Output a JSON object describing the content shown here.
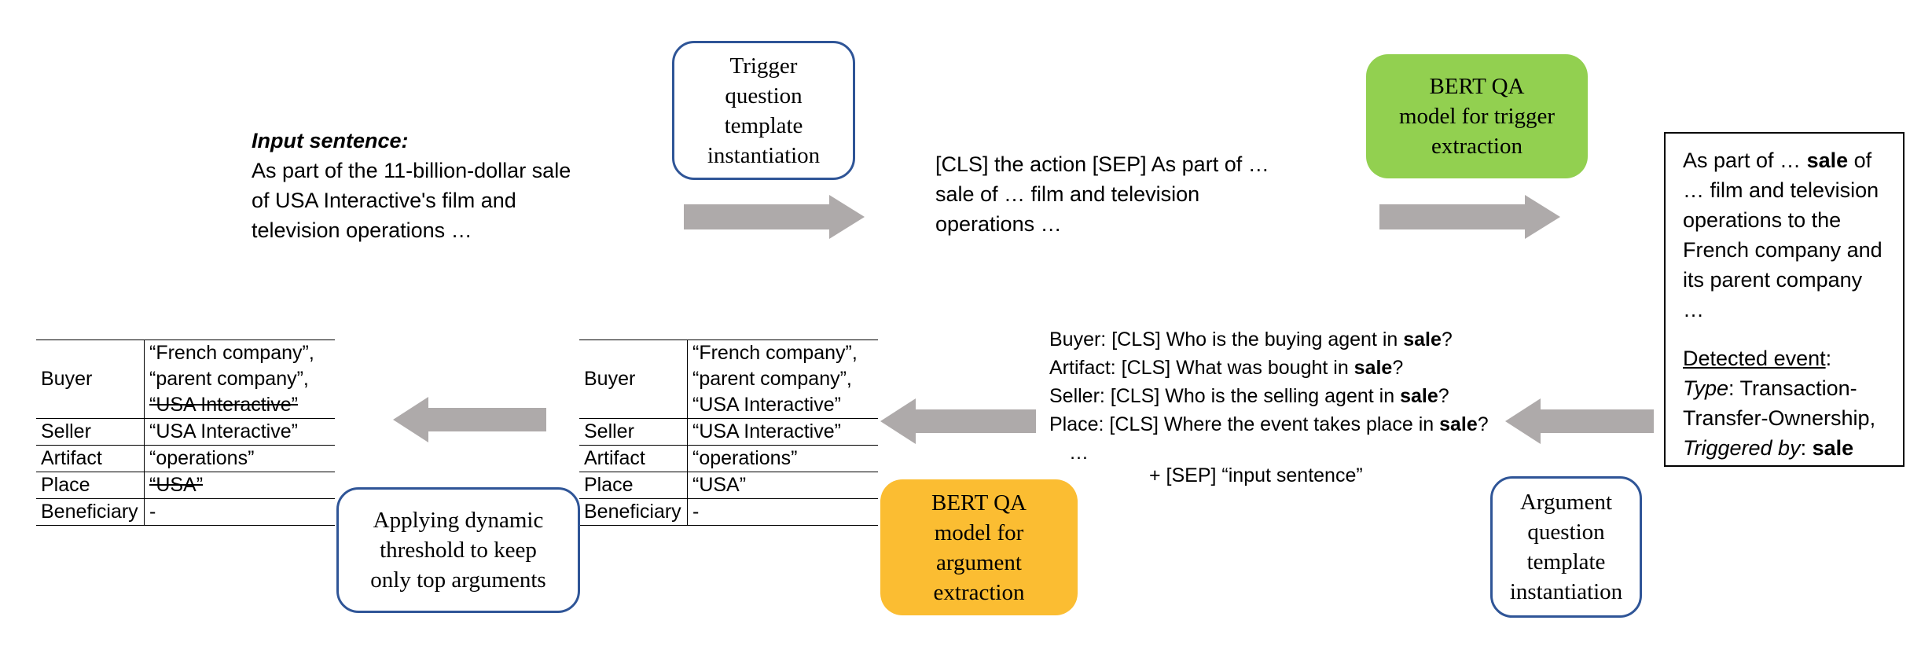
{
  "input": {
    "heading": "Input sentence:",
    "lines": [
      "As part of the 11-billion-dollar sale",
      "of USA Interactive's film and",
      "television operations …"
    ]
  },
  "trigger_template_box": {
    "lines": [
      "Trigger",
      "question",
      "template",
      "instantiation"
    ]
  },
  "trigger_question": {
    "lines": [
      "[CLS] the action [SEP] As part of …",
      "sale of … film and television",
      "operations …"
    ]
  },
  "bert_trigger_box": {
    "lines": [
      "BERT QA",
      "model for trigger",
      "extraction"
    ],
    "color": "#92d050"
  },
  "trigger_output": {
    "line1_pre": "As part of … ",
    "line1_bold": "sale",
    "line1_post": " of",
    "lines": [
      "… film and television",
      "operations  to the",
      "French company and",
      "its parent company",
      "…"
    ],
    "event_label": "Detected event",
    "event_colon": ":",
    "type_label": "Type",
    "type_value_1": ": Transaction-",
    "type_value_2": "Transfer-Ownership,",
    "triggered_label": "Triggered by",
    "triggered_sep": ": ",
    "triggered_value": "sale"
  },
  "arg_questions": [
    {
      "pre": "Buyer: [CLS] Who is the buying agent in ",
      "bold": "sale",
      "post": "?"
    },
    {
      "pre": "Artifact: [CLS] What was bought in ",
      "bold": "sale",
      "post": "?"
    },
    {
      "pre": "Seller: [CLS] Who is the selling agent in ",
      "bold": "sale",
      "post": "?"
    },
    {
      "pre": "Place: [CLS] Where the event takes place in ",
      "bold": "sale",
      "post": "?"
    }
  ],
  "arg_questions_ellipsis": "…",
  "arg_questions_suffix": "+ [SEP] “input sentence”",
  "arg_template_box": {
    "lines": [
      "Argument",
      "question",
      "template",
      "instantiation"
    ]
  },
  "bert_arg_box": {
    "lines": [
      "BERT QA",
      "model for",
      "argument",
      "extraction"
    ],
    "color": "#fbbd32"
  },
  "threshold_box": {
    "lines": [
      "Applying dynamic",
      "threshold to keep",
      "only top arguments"
    ]
  },
  "table_before": {
    "rows": [
      {
        "role": "Buyer",
        "values": [
          "“French company”,",
          "“parent company”,",
          "“USA Interactive”"
        ]
      },
      {
        "role": "Seller",
        "values": [
          "“USA Interactive”"
        ]
      },
      {
        "role": "Artifact",
        "values": [
          "“operations”"
        ]
      },
      {
        "role": "Place",
        "values": [
          "“USA”"
        ]
      },
      {
        "role": "Beneficiary",
        "values": [
          "-"
        ]
      }
    ]
  },
  "table_after": {
    "rows": [
      {
        "role": "Buyer",
        "values": [
          "“French company”,",
          "“parent company”,",
          "“USA Interactive”"
        ],
        "struck": [
          2
        ]
      },
      {
        "role": "Seller",
        "values": [
          "“USA Interactive”"
        ]
      },
      {
        "role": "Artifact",
        "values": [
          "“operations”"
        ]
      },
      {
        "role": "Place",
        "values": [
          "“USA”"
        ],
        "struck": [
          0
        ]
      },
      {
        "role": "Beneficiary",
        "values": [
          "-"
        ]
      }
    ]
  },
  "colors": {
    "arrow": "#aeaaaa",
    "box_border": "#2f5597"
  }
}
